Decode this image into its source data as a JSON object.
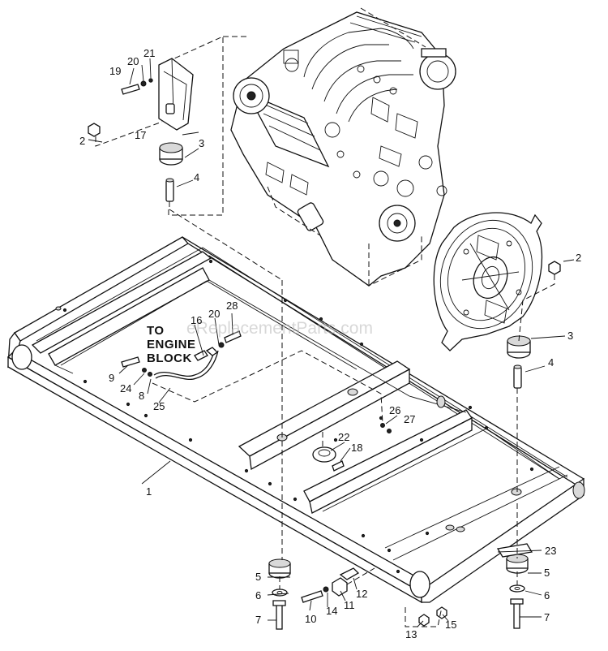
{
  "watermark": "eReplacementParts.com",
  "note": {
    "line1": "TO",
    "line2": "ENGINE",
    "line3": "BLOCK"
  },
  "callouts": {
    "c19": "19",
    "c20a": "20",
    "c21a": "21",
    "c2a": "2",
    "c17": "17",
    "c3a": "3",
    "c4a": "4",
    "c2b": "2",
    "c3b": "3",
    "c4b": "4",
    "c16": "16",
    "c20b": "20",
    "c28": "28",
    "c9": "9",
    "c24": "24",
    "c8": "8",
    "c25": "25",
    "c26": "26",
    "c27": "27",
    "c22": "22",
    "c18": "18",
    "c1": "1",
    "c23": "23",
    "c5a": "5",
    "c6a": "6",
    "c7a": "7",
    "c10": "10",
    "c14": "14",
    "c11": "11",
    "c12": "12",
    "c13": "13",
    "c15": "15",
    "c5b": "5",
    "c6b": "6",
    "c7b": "7"
  }
}
